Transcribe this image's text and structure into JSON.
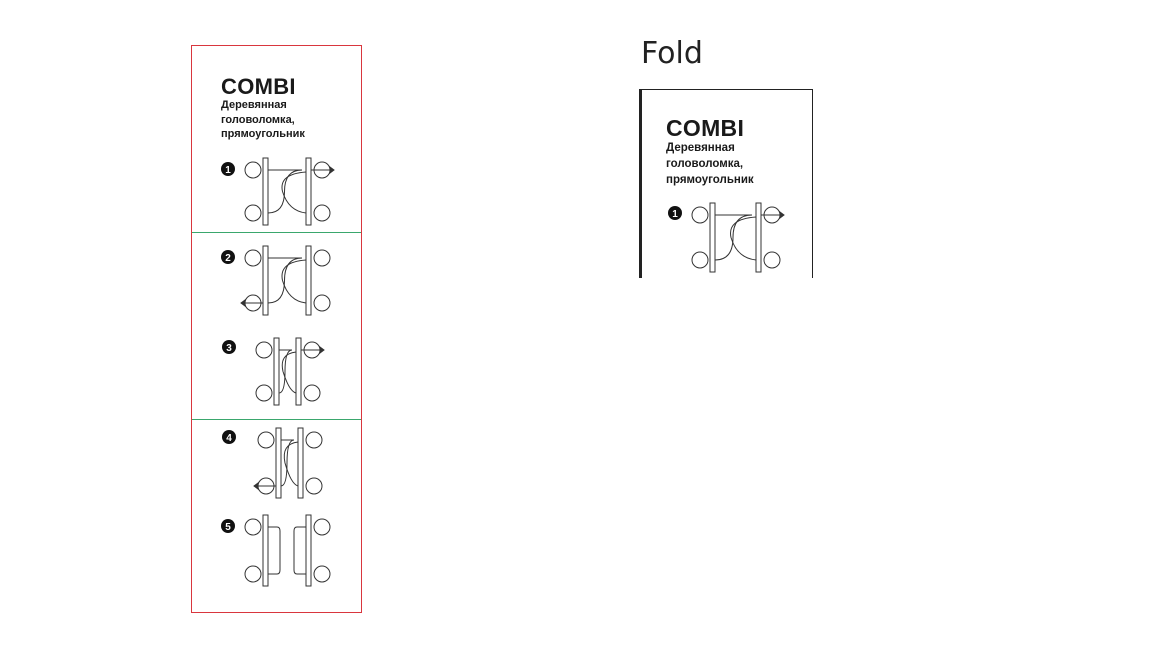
{
  "card": {
    "title": "COMBI",
    "subtitle_lines": [
      "Деревянная",
      "головоломка,",
      "прямоугольник"
    ],
    "steps": [
      "1",
      "2",
      "3",
      "4",
      "5"
    ]
  },
  "fold": {
    "label": "Fold",
    "title": "COMBI",
    "subtitle_lines": [
      "Деревянная",
      "головоломка,",
      "прямоугольник"
    ],
    "step": "1"
  },
  "colors": {
    "border": "#d9363e",
    "fold_line": "#3aa76d",
    "ink": "#1a1a1a"
  }
}
